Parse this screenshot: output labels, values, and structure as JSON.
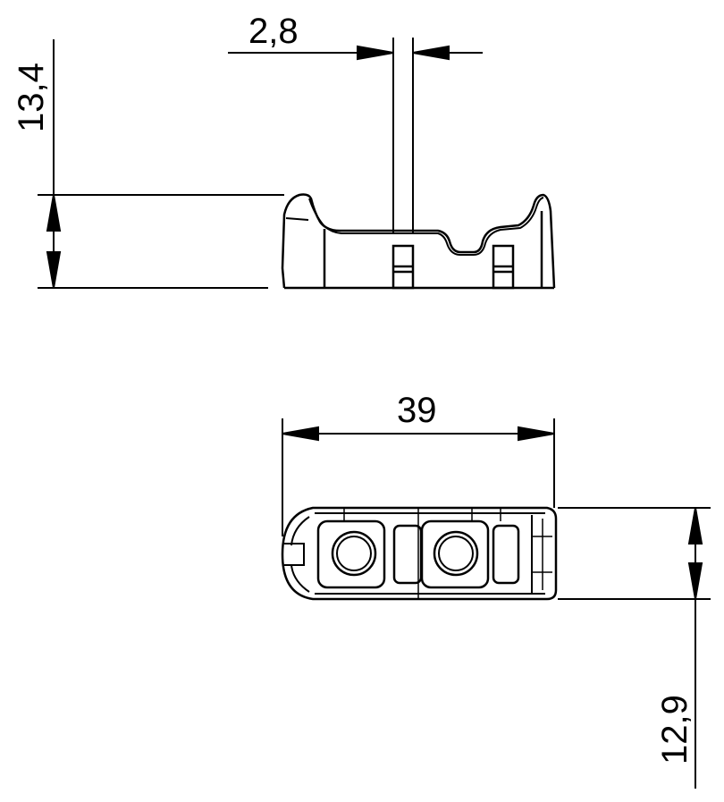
{
  "drawing": {
    "type": "technical-drawing",
    "views": [
      {
        "name": "side-view"
      },
      {
        "name": "top-view"
      }
    ],
    "dimensions": {
      "slot_width": "2,8",
      "side_height": "13,4",
      "length": "39",
      "top_width": "12,9"
    },
    "colors": {
      "line": "#000000",
      "background": "#ffffff"
    }
  }
}
